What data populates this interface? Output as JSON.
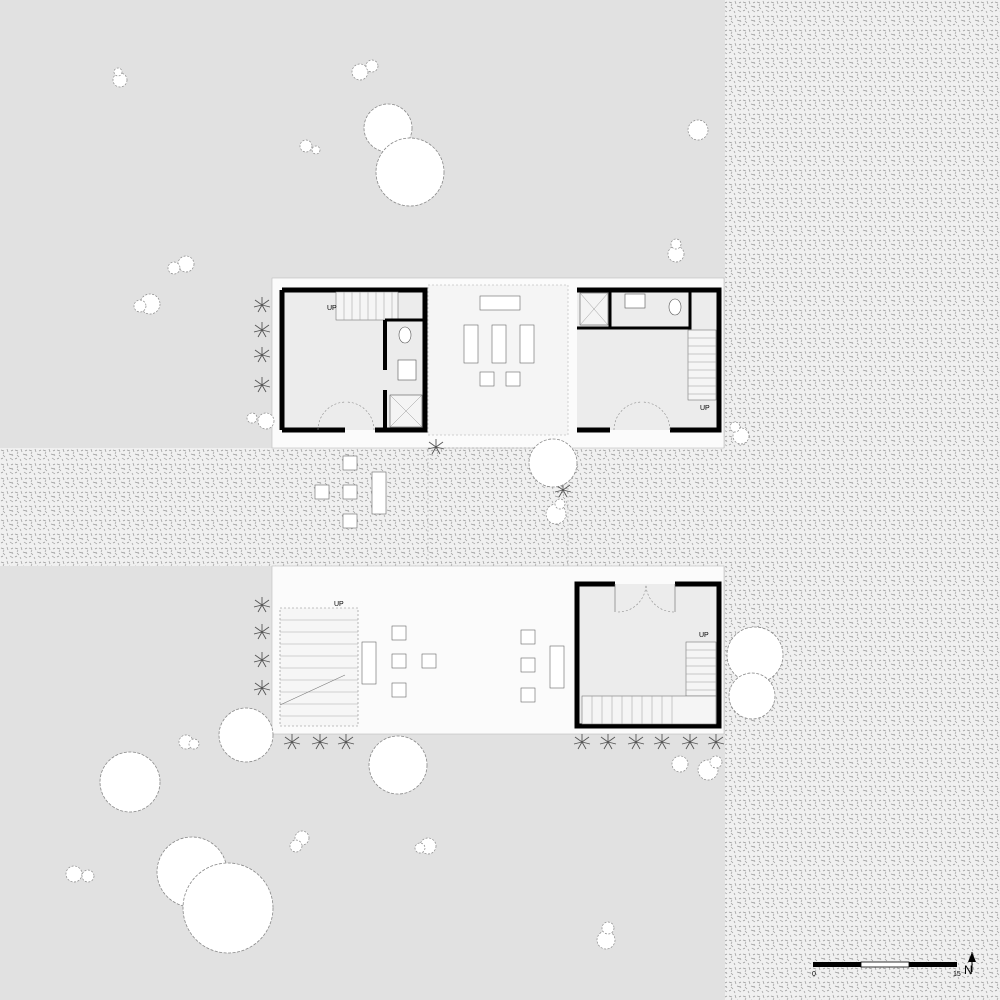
{
  "labels": {
    "stair_up_1": "UP",
    "stair_up_2": "UP",
    "stair_up_3": "UP",
    "stair_up_4": "UP"
  },
  "scale_bar": {
    "start": "0",
    "end": "15"
  },
  "north_arrow": {
    "letter": "N"
  },
  "colors": {
    "lawn": "#e1e1e1",
    "gravel": "#ededed",
    "wall": "#000000",
    "floor": "#ececec",
    "deck": "#f7f7f7",
    "tree": "#ffffff"
  },
  "icons": [
    "north-arrow-icon",
    "tree-icon",
    "shrub-icon",
    "fern-plant-icon",
    "stair-icon",
    "door-icon",
    "toilet-icon",
    "sink-icon",
    "shower-icon"
  ]
}
